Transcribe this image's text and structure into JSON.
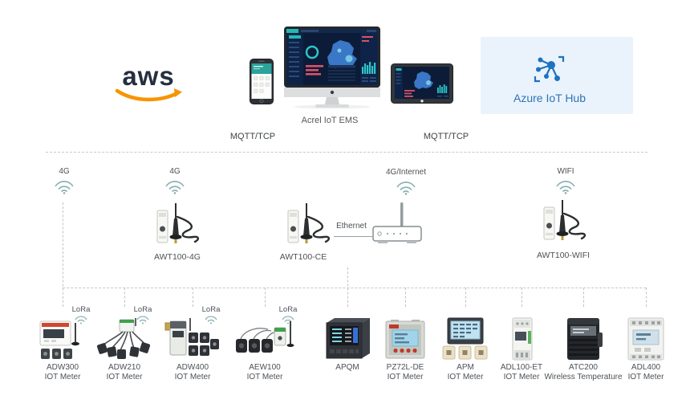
{
  "diagram": {
    "title_hint": "Acrel IoT EMS architecture",
    "cloud_row": {
      "aws_logo_text": "aws",
      "acrel_ems_label": "Acrel IoT EMS",
      "azure_label": "Azure IoT Hub",
      "mqtt_left_label": "MQTT/TCP",
      "mqtt_right_label": "MQTT/TCP"
    },
    "gateway_row": {
      "left_4g_label": "4G",
      "mid_4g_label": "4G",
      "internet_label": "4G/Internet",
      "wifi_label": "WIFI",
      "ethernet_label": "Ethernet",
      "awt100_4g_label": "AWT100-4G",
      "awt100_ce_label": "AWT100-CE",
      "awt100_wifi_label": "AWT100-WIFI"
    },
    "lora_label": "LoRa",
    "meters": [
      {
        "name": "ADW300",
        "type": "IOT Meter",
        "lora": true
      },
      {
        "name": "ADW210",
        "type": "IOT Meter",
        "lora": true
      },
      {
        "name": "ADW400",
        "type": "IOT Meter",
        "lora": true
      },
      {
        "name": "AEW100",
        "type": "IOT Meter",
        "lora": true
      },
      {
        "name": "APQM",
        "type": "",
        "lora": false
      },
      {
        "name": "PZ72L-DE",
        "type": "IOT Meter",
        "lora": false
      },
      {
        "name": "APM",
        "type": "IOT Meter",
        "lora": false
      },
      {
        "name": "ADL100-ET",
        "type": "IOT Meter",
        "lora": false
      },
      {
        "name": "ATC200",
        "type": "Wireless Temperature",
        "lora": false
      },
      {
        "name": "ADL400",
        "type": "IOT Meter",
        "lora": false
      }
    ],
    "colors": {
      "aws_dark": "#252f3e",
      "aws_orange": "#f79400",
      "azure_blue": "#1f71c1",
      "azure_bg": "#eaf3fb",
      "wifi_teal": "#87aeb2",
      "line_gray": "#bfc3bf",
      "label_gray": "#4c5156",
      "dashboard_navy": "#0c1c38",
      "dashboard_teal": "#2ec4c9"
    }
  }
}
